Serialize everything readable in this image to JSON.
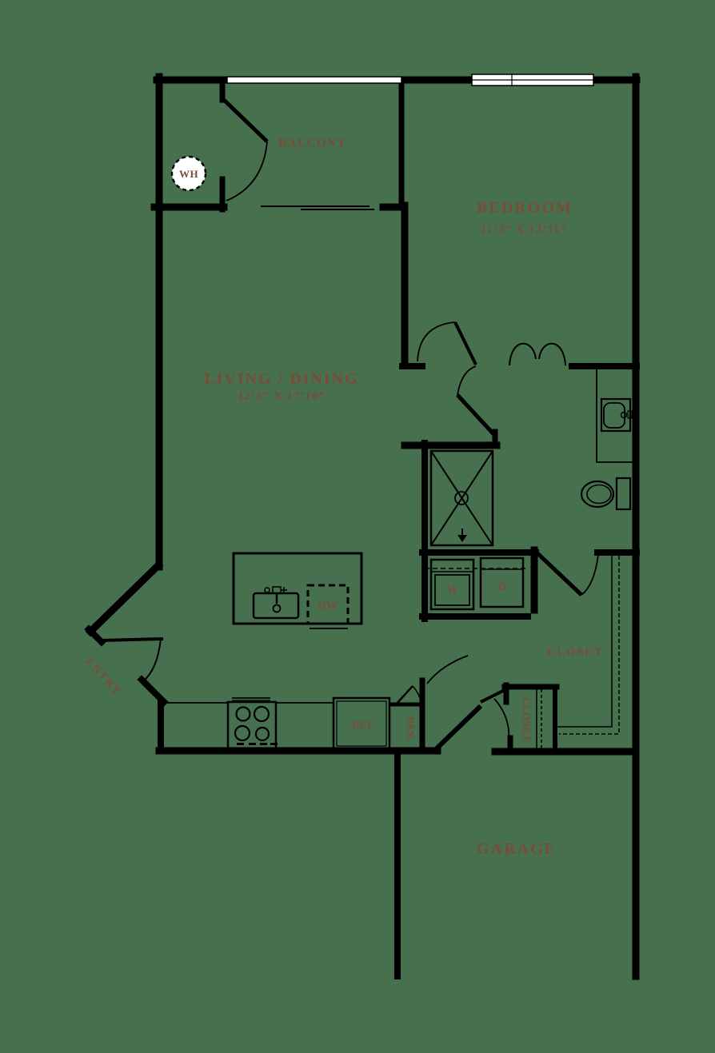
{
  "colors": {
    "background": "#47704e",
    "wall": "#000000",
    "label": "#7a4c38",
    "fixture_fill": "#ffffff"
  },
  "rooms": {
    "balcony": {
      "label": "BALCONY"
    },
    "bedroom": {
      "label": "BEDROOM",
      "dims": "11’3” X 13’11”"
    },
    "living_dining": {
      "label": "LIVING / DINING",
      "dims": "12’3” X 17’10”"
    },
    "garage": {
      "label": "GARAGE"
    },
    "closet_main": {
      "label": "CLOSET"
    },
    "closet_small": {
      "label": "CLOSET"
    },
    "pantry": {
      "label": "PAN."
    },
    "entry": {
      "label": "ENTRY"
    }
  },
  "fixtures": {
    "water_heater": {
      "label": "WH"
    },
    "washer": {
      "label": "W"
    },
    "dryer": {
      "label": "D"
    },
    "dishwasher": {
      "label": "DW"
    },
    "refrigerator": {
      "label": "REF."
    }
  }
}
